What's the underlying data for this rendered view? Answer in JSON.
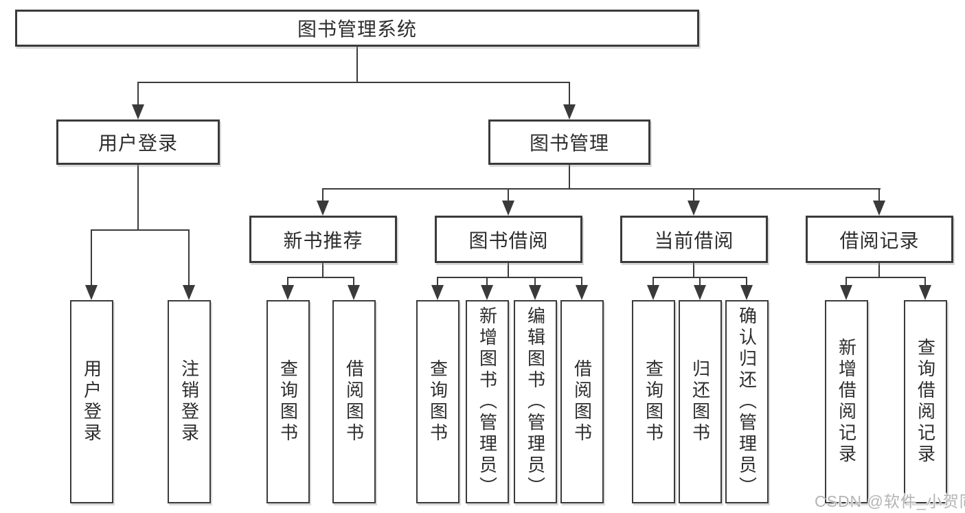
{
  "colors": {
    "line": "#3a3a3a",
    "text": "#2d2d2d",
    "watermark": "#b4b4b4",
    "background": "#ffffff"
  },
  "tree": {
    "root": {
      "label": "图书管理系统"
    },
    "level2": [
      {
        "label": "用户登录",
        "children": [
          "用户登录",
          "注销登录"
        ]
      },
      {
        "label": "图书管理",
        "sections": [
          {
            "label": "新书推荐",
            "children": [
              "查询图书",
              "借阅图书"
            ]
          },
          {
            "label": "图书借阅",
            "children": [
              "查询图书",
              "新增图书（管理员）",
              "编辑图书（管理员）",
              "借阅图书"
            ]
          },
          {
            "label": "当前借阅",
            "children": [
              "查询图书",
              "归还图书",
              "确认归还（管理员）"
            ]
          },
          {
            "label": "借阅记录",
            "children": [
              "新增借阅记录",
              "查询借阅记录"
            ]
          }
        ]
      }
    ]
  },
  "watermark": {
    "text": "CSDN @软件_小贺同学"
  }
}
